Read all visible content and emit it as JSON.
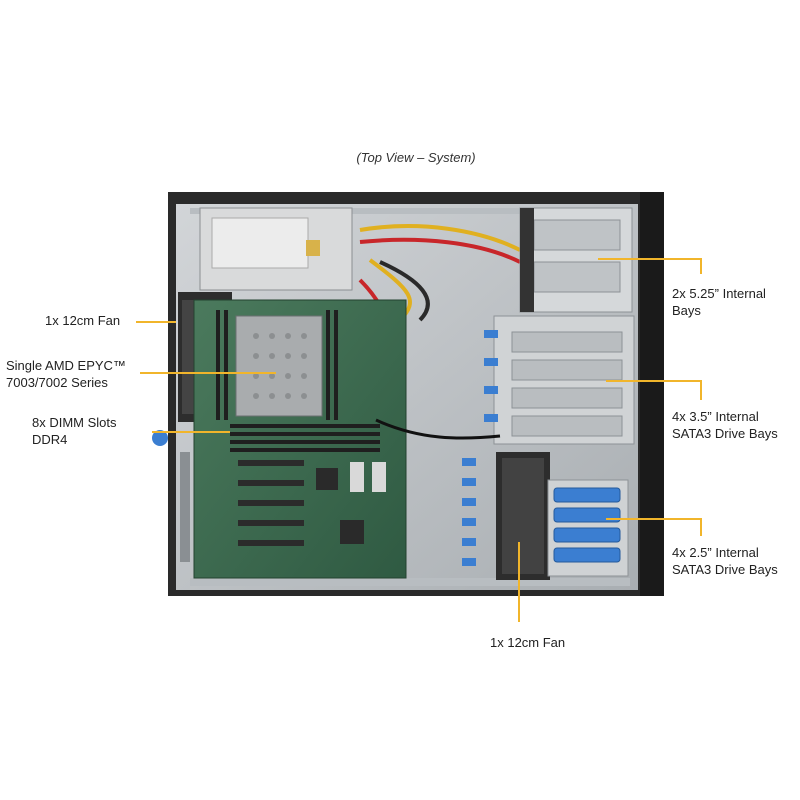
{
  "title": "(Top View – System)",
  "callouts": {
    "fan_left": [
      "1x 12cm Fan"
    ],
    "cpu": [
      "Single AMD EPYC™",
      "7003/7002 Series"
    ],
    "dimm": [
      "8x DIMM Slots",
      "DDR4"
    ],
    "bays_525": [
      "2x 5.25” Internal",
      "Bays"
    ],
    "bays_35": [
      "4x 3.5” Internal",
      "SATA3 Drive Bays"
    ],
    "bays_25": [
      "4x 2.5” Internal",
      "SATA3 Drive Bays"
    ],
    "fan_bottom": [
      "1x 12cm Fan"
    ]
  },
  "colors": {
    "leader": "#f1b52b",
    "chassis": "#1c1c1c",
    "floor": "#c9cdd1",
    "board": "#3f6b52",
    "drive_tray_blue": "#3b7ed1"
  }
}
